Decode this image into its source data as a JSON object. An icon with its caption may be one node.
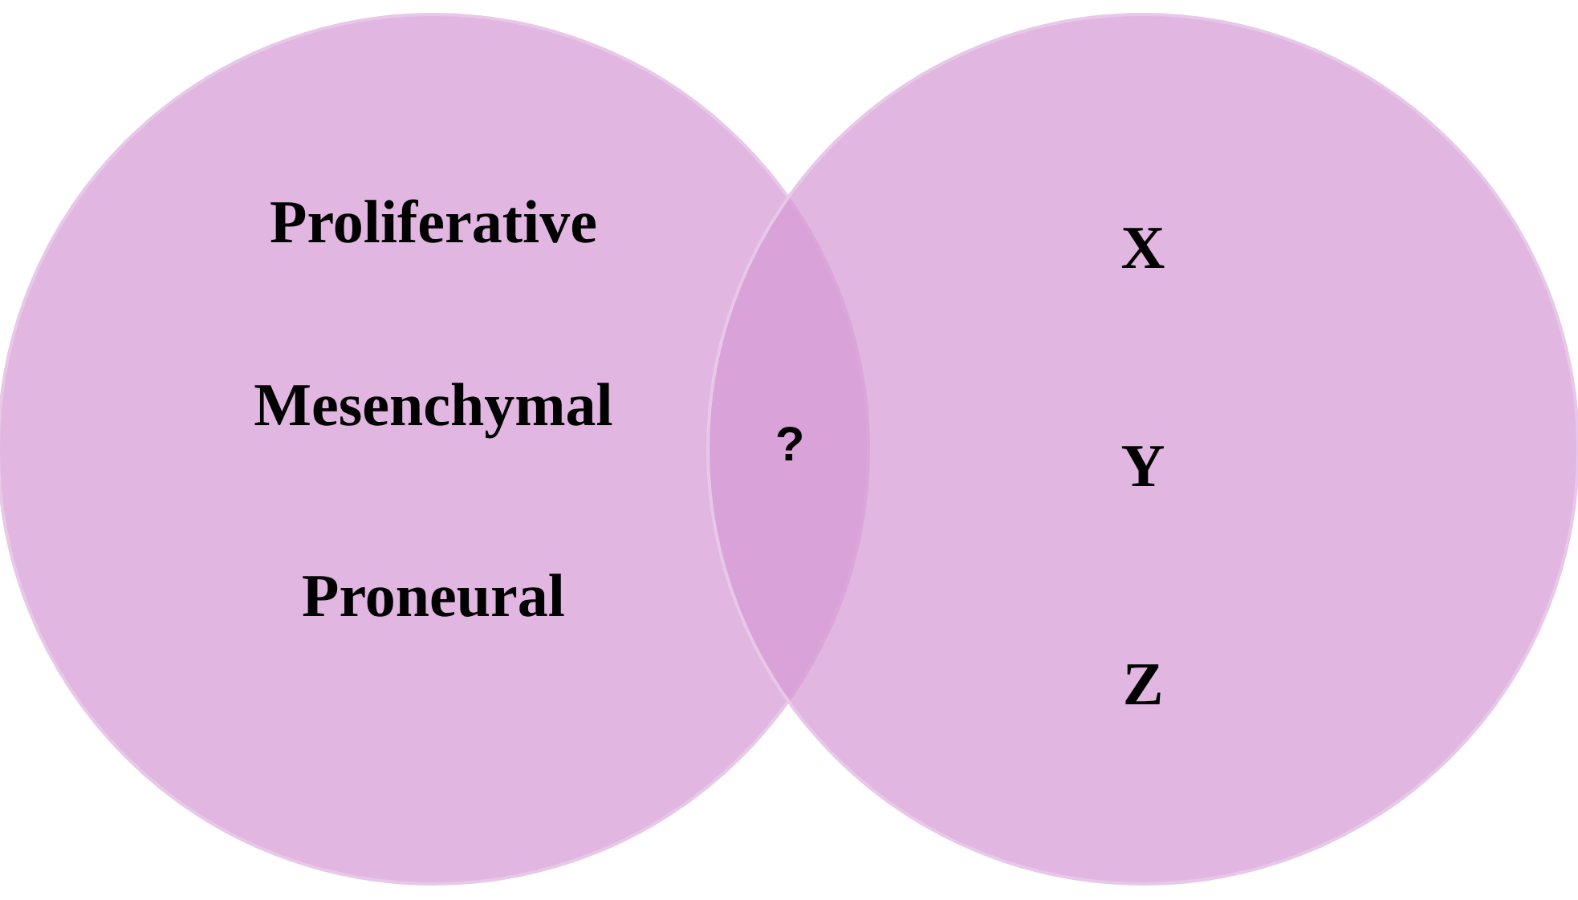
{
  "diagram": {
    "nodes": [
      {
        "text": [
          "Proliferative",
          "Mesenchymal",
          "Proneural"
        ]
      },
      {
        "text": [
          "X",
          "Y",
          "Z"
        ]
      }
    ],
    "labels": [
      "?"
    ]
  }
}
